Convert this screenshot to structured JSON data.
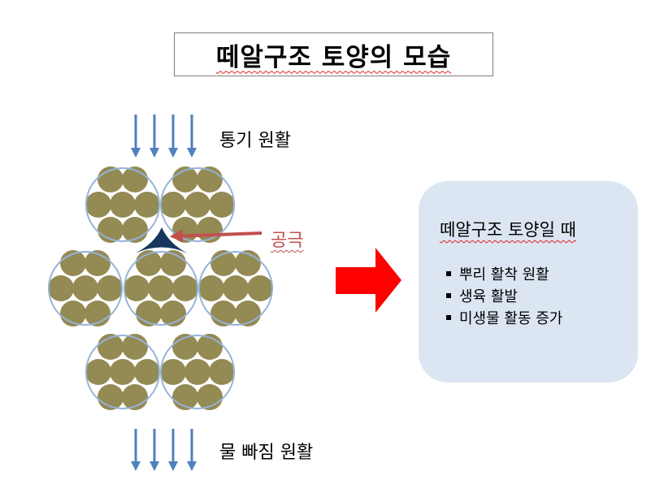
{
  "title": "떼알구조 토양의 모습",
  "labels": {
    "air": "통기 원활",
    "water": "물 빠짐 원활",
    "pore": "공극"
  },
  "info": {
    "heading": "떼알구조 토양일 때",
    "items": [
      "뿌리 활착 원활",
      "생육 활발",
      "미생물 활동 증가"
    ]
  },
  "colors": {
    "particle": "#948a54",
    "aggregate_outline": "#95b3d7",
    "flow_arrow": "#4f81bd",
    "pore_marker": "#17375e",
    "pore_pointer": "#c0504d",
    "big_arrow": "#ff0000",
    "info_box": "#dce6f2"
  },
  "icons": {
    "flow": "down-arrow-icon",
    "result": "right-arrow-icon",
    "bullet": "square-bullet-icon"
  }
}
